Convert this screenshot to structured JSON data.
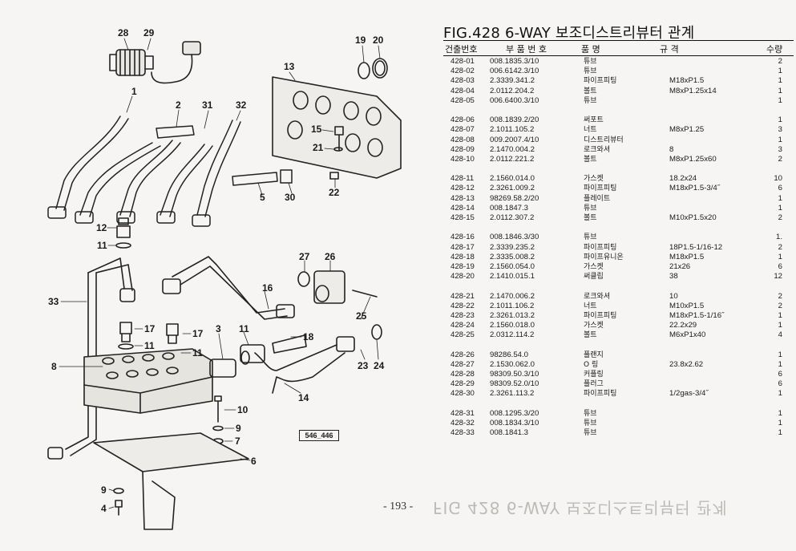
{
  "figure": {
    "title": "FIG.428 6-WAY 보조디스트리뷰터 관계",
    "page_number": "- 193 -",
    "sheet_code": "546_446",
    "bleed_through": "FIG 428 6-WAY 보조디스트리뷰터 관계"
  },
  "headers": {
    "no": "건출번호",
    "part_no": "부 품 번 호",
    "name": "품  명",
    "spec": "규  격",
    "qty": "수량"
  },
  "groups": [
    [
      {
        "no": "428-01",
        "part": "008.1835.3/10",
        "name": "튜브",
        "spec": "",
        "qty": "2"
      },
      {
        "no": "428-02",
        "part": "006.6142.3/10",
        "name": "튜브",
        "spec": "",
        "qty": "1"
      },
      {
        "no": "428-03",
        "part": "2.3339.341.2",
        "name": "파이프피팅",
        "spec": "M18xP1.5",
        "qty": "1"
      },
      {
        "no": "428-04",
        "part": "2.0112.204.2",
        "name": "볼트",
        "spec": "M8xP1.25x14",
        "qty": "1"
      },
      {
        "no": "428-05",
        "part": "006.6400.3/10",
        "name": "튜브",
        "spec": "",
        "qty": "1"
      }
    ],
    [
      {
        "no": "428-06",
        "part": "008.1839.2/20",
        "name": "써포트",
        "spec": "",
        "qty": "1"
      },
      {
        "no": "428-07",
        "part": "2.1011.105.2",
        "name": "너트",
        "spec": "M8xP1.25",
        "qty": "3"
      },
      {
        "no": "428-08",
        "part": "009.2007.4/10",
        "name": "디스트리뷰터",
        "spec": "",
        "qty": "1"
      },
      {
        "no": "428-09",
        "part": "2.1470.004.2",
        "name": "로크와셔",
        "spec": "8",
        "qty": "3"
      },
      {
        "no": "428-10",
        "part": "2.0112.221.2",
        "name": "볼트",
        "spec": "M8xP1.25x60",
        "qty": "2"
      }
    ],
    [
      {
        "no": "428-11",
        "part": "2.1560.014.0",
        "name": "가스켓",
        "spec": "18.2x24",
        "qty": "10"
      },
      {
        "no": "428-12",
        "part": "2.3261.009.2",
        "name": "파이프피팅",
        "spec": "M18xP1.5-3/4˝",
        "qty": "6"
      },
      {
        "no": "428-13",
        "part": "98269.58.2/20",
        "name": "플레이트",
        "spec": "",
        "qty": "1"
      },
      {
        "no": "428-14",
        "part": "008.1847.3",
        "name": "튜브",
        "spec": "",
        "qty": "1"
      },
      {
        "no": "428-15",
        "part": "2.0112.307.2",
        "name": "볼트",
        "spec": "M10xP1.5x20",
        "qty": "2"
      }
    ],
    [
      {
        "no": "428-16",
        "part": "008.1846.3/30",
        "name": "튜브",
        "spec": "",
        "qty": "1."
      },
      {
        "no": "428-17",
        "part": "2.3339.235.2",
        "name": "파이프피팅",
        "spec": "18P1.5-1/16-12",
        "qty": "2"
      },
      {
        "no": "428-18",
        "part": "2.3335.008.2",
        "name": "파이프유니온",
        "spec": "M18xP1.5",
        "qty": "1"
      },
      {
        "no": "428-19",
        "part": "2.1560.054.0",
        "name": "가스켓",
        "spec": "21x26",
        "qty": "6"
      },
      {
        "no": "428-20",
        "part": "2.1410.015.1",
        "name": "써클립",
        "spec": "38",
        "qty": "12"
      }
    ],
    [
      {
        "no": "428-21",
        "part": "2.1470.006.2",
        "name": "로크와셔",
        "spec": "10",
        "qty": "2"
      },
      {
        "no": "428-22",
        "part": "2.1011.106.2",
        "name": "너트",
        "spec": "M10xP1.5",
        "qty": "2"
      },
      {
        "no": "428-23",
        "part": "2.3261.013.2",
        "name": "파이프피팅",
        "spec": "M18xP1.5-1/16˝",
        "qty": "1"
      },
      {
        "no": "428-24",
        "part": "2.1560.018.0",
        "name": "가스켓",
        "spec": "22.2x29",
        "qty": "1"
      },
      {
        "no": "428-25",
        "part": "2.0312.114.2",
        "name": "볼트",
        "spec": "M6xP1x40",
        "qty": "4"
      }
    ],
    [
      {
        "no": "428-26",
        "part": "98286.54.0",
        "name": "플랜지",
        "spec": "",
        "qty": "1"
      },
      {
        "no": "428-27",
        "part": "2.1530.062.0",
        "name": "O 링",
        "spec": "23.8x2.62",
        "qty": "1"
      },
      {
        "no": "428-28",
        "part": "98309.50.3/10",
        "name": "커플링",
        "spec": "",
        "qty": "6"
      },
      {
        "no": "428-29",
        "part": "98309.52.0/10",
        "name": "플러그",
        "spec": "",
        "qty": "6"
      },
      {
        "no": "428-30",
        "part": "2.3261.113.2",
        "name": "파이프피팅",
        "spec": "1/2gas-3/4˝",
        "qty": "1"
      }
    ],
    [
      {
        "no": "428-31",
        "part": "008.1295.3/20",
        "name": "튜브",
        "spec": "",
        "qty": "1"
      },
      {
        "no": "428-32",
        "part": "008.1834.3/10",
        "name": "튜브",
        "spec": "",
        "qty": "1"
      },
      {
        "no": "428-33",
        "part": "008.1841.3",
        "name": "튜브",
        "spec": "",
        "qty": "1"
      }
    ]
  ],
  "callouts": [
    "28",
    "29",
    "19",
    "20",
    "13",
    "1",
    "2",
    "31",
    "32",
    "15",
    "21",
    "5",
    "30",
    "22",
    "12",
    "11",
    "27",
    "26",
    "16",
    "33",
    "17",
    "17",
    "11",
    "11",
    "3",
    "11",
    "18",
    "25",
    "8",
    "23",
    "24",
    "14",
    "10",
    "9",
    "7",
    "6",
    "9",
    "4"
  ]
}
